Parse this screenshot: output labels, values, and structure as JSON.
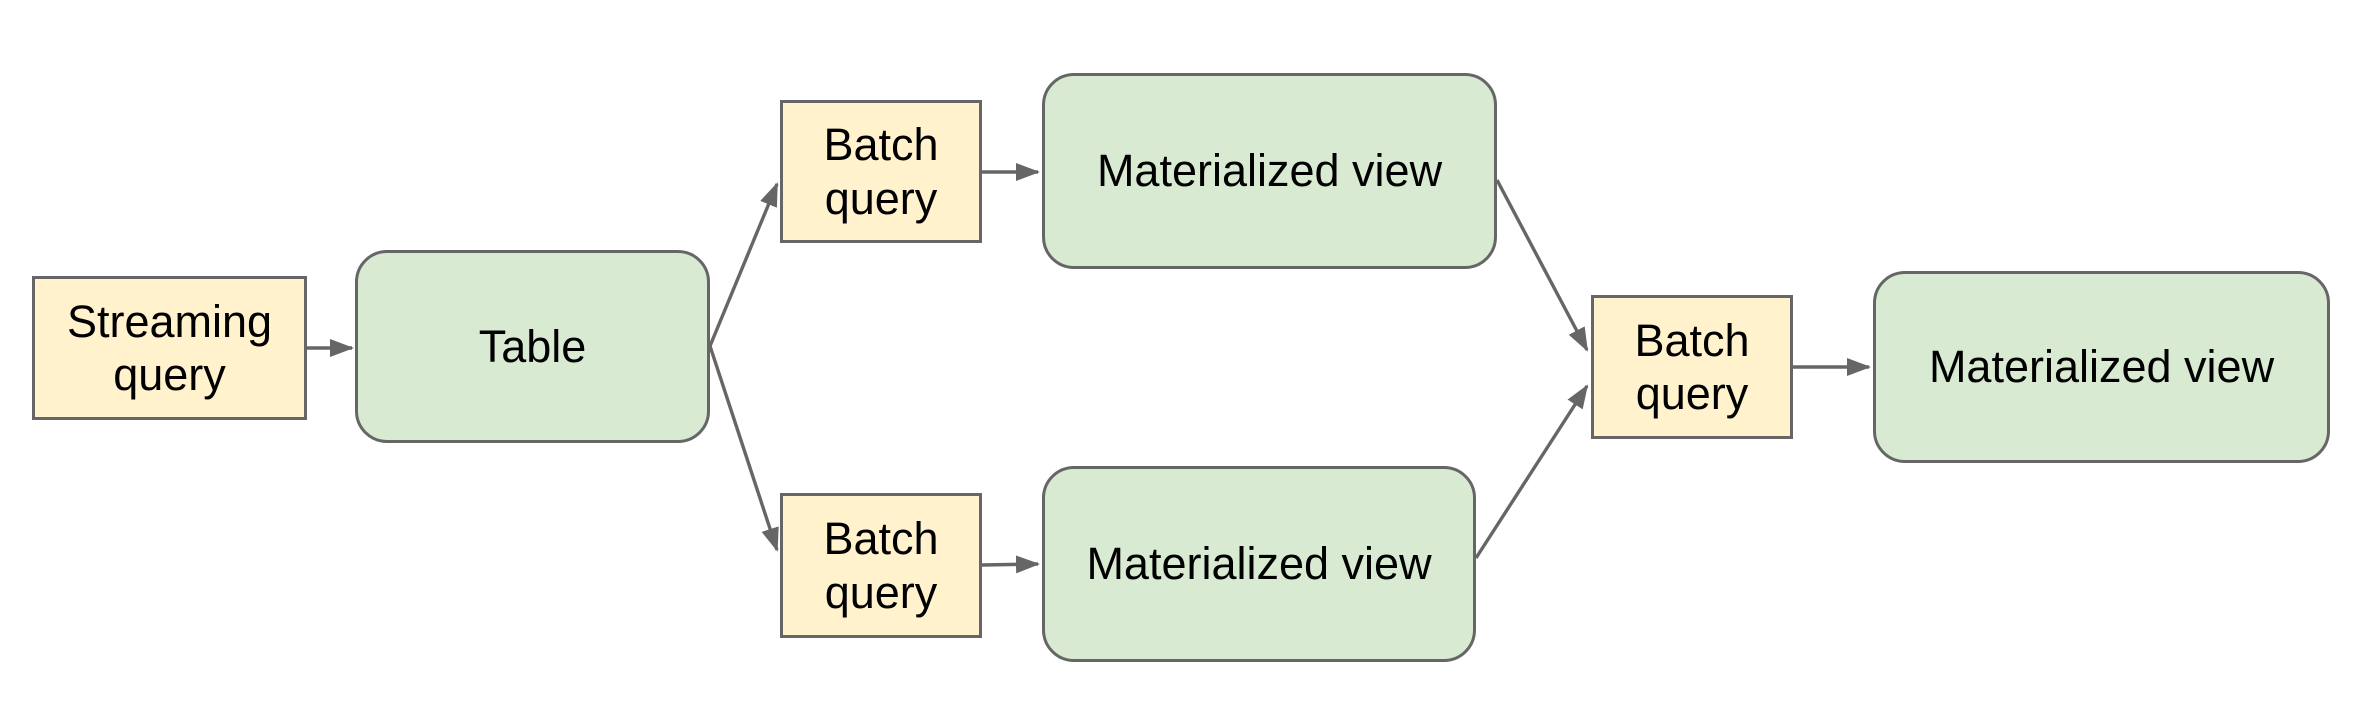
{
  "diagram": {
    "type": "flow-diagram",
    "nodes": {
      "streaming_query": {
        "label": "Streaming query",
        "kind": "query"
      },
      "table": {
        "label": "Table",
        "kind": "table"
      },
      "batch_query_top": {
        "label": "Batch query",
        "kind": "query"
      },
      "materialized_view_top": {
        "label": "Materialized view",
        "kind": "view"
      },
      "batch_query_bottom": {
        "label": "Batch query",
        "kind": "query"
      },
      "materialized_view_bottom": {
        "label": "Materialized view",
        "kind": "view"
      },
      "batch_query_final": {
        "label": "Batch query",
        "kind": "query"
      },
      "materialized_view_final": {
        "label": "Materialized view",
        "kind": "view"
      }
    },
    "edges": [
      {
        "from": "streaming_query",
        "to": "table"
      },
      {
        "from": "table",
        "to": "batch_query_top"
      },
      {
        "from": "table",
        "to": "batch_query_bottom"
      },
      {
        "from": "batch_query_top",
        "to": "materialized_view_top"
      },
      {
        "from": "batch_query_bottom",
        "to": "materialized_view_bottom"
      },
      {
        "from": "materialized_view_top",
        "to": "batch_query_final"
      },
      {
        "from": "materialized_view_bottom",
        "to": "batch_query_final"
      },
      {
        "from": "batch_query_final",
        "to": "materialized_view_final"
      }
    ],
    "colors": {
      "query_fill": "#fff2cc",
      "view_fill": "#d9ead3",
      "stroke": "#666666",
      "text": "#000000",
      "background": "#ffffff"
    }
  }
}
